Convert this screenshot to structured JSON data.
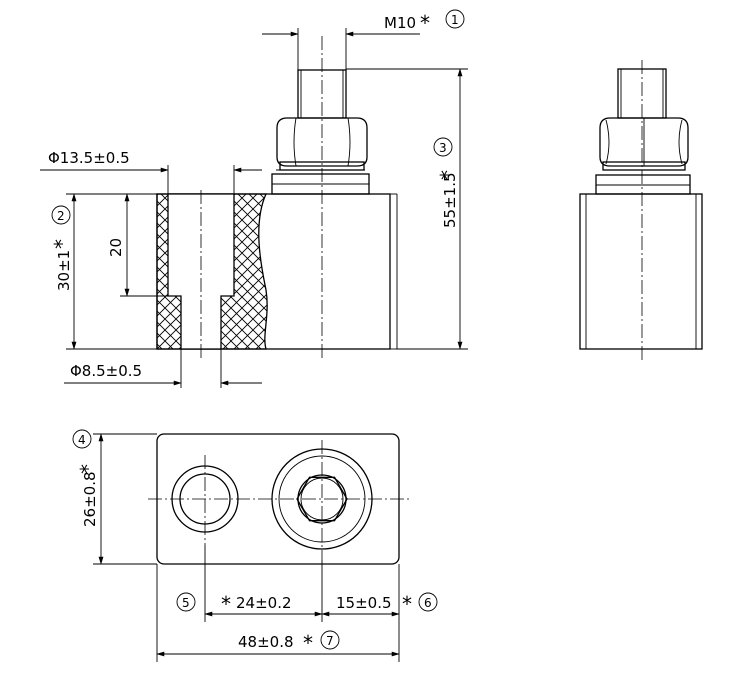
{
  "dims": {
    "thread": {
      "text": "M10",
      "ref": "1"
    },
    "bore_outer": {
      "text": "Φ13.5±0.5"
    },
    "bore_depth": {
      "text": "20"
    },
    "body_height": {
      "text": "30±1",
      "ref": "2"
    },
    "bore_inner": {
      "text": "Φ8.5±0.5"
    },
    "total_height": {
      "text": "55±1.5",
      "ref": "3"
    },
    "width": {
      "text": "26±0.8",
      "ref": "4"
    },
    "hole_spacing": {
      "text": "24±0.2",
      "ref": "5"
    },
    "stud_offset": {
      "text": "15±0.5",
      "ref": "6"
    },
    "total_length": {
      "text": "48±0.8",
      "ref": "7"
    }
  },
  "critical_mark": "*"
}
